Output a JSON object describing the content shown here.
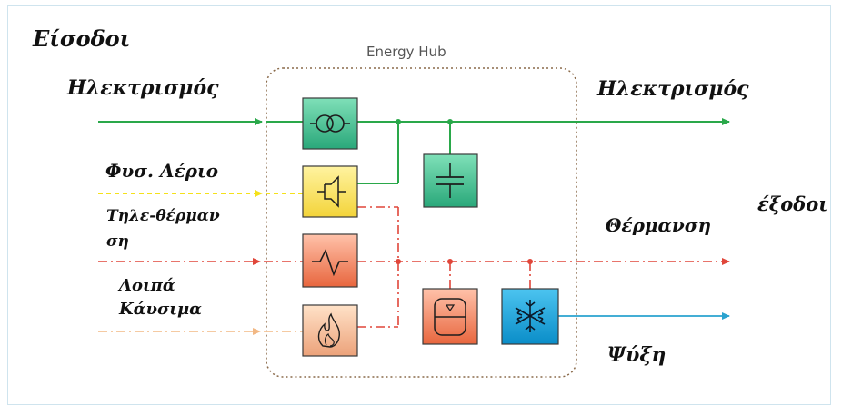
{
  "hub_title": "Energy Hub",
  "inputs": {
    "heading": "Είσοδοι",
    "electricity": "Ηλεκτρισμός",
    "gas": "Φυσ. Αέριο",
    "district_heating_line1": "Τηλε-θέρμαν",
    "district_heating_line2": "ση",
    "other_fuels_line1": "Λοιπά",
    "other_fuels_line2": "Κάυσιμα"
  },
  "outputs": {
    "heading": "έξοδοι",
    "electricity": "Ηλεκτρισμός",
    "heating": "Θέρμανση",
    "cooling": "Ψύξη"
  },
  "colors": {
    "electricity": "#2aa84a",
    "gas": "#f5e11a",
    "heating": "#e0463a",
    "fuel": "#f2b884",
    "cooling": "#2aa3cf",
    "transformer_fill": "#3cbf8c",
    "converter_fill": "#fbe25e",
    "heat_fill": "#f08060",
    "furnace_fill": "#f3b48a",
    "storage_fill": "#f08060",
    "chiller_fill": "#1aa6e0",
    "battery_fill": "#3cbf8c"
  },
  "icons": {
    "transformer": "transformer-icon",
    "gas_converter": "gas-converter-icon",
    "heat_exchanger": "heat-exchanger-icon",
    "furnace": "flame-icon",
    "heat_storage": "heat-storage-icon",
    "chiller": "snowflake-icon",
    "electric_storage": "capacitor-icon"
  }
}
